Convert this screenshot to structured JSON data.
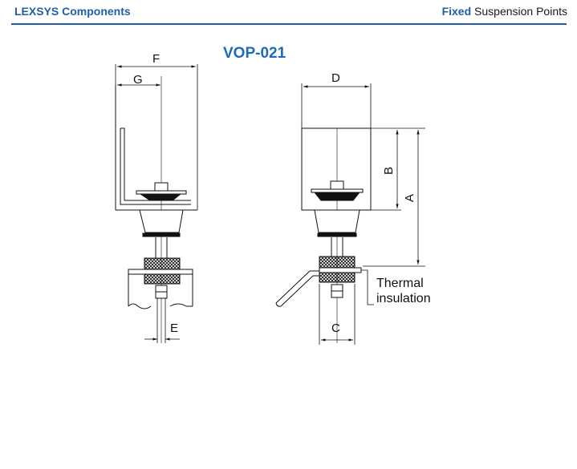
{
  "header": {
    "brand": "LEXSYS Components",
    "section_accent": "Fixed",
    "section_rest": " Suspension Points"
  },
  "model": "VOP-021",
  "dimensions": {
    "A": "A",
    "B": "B",
    "C": "C",
    "D": "D",
    "E": "E",
    "F": "F",
    "G": "G"
  },
  "callout": {
    "line1": "Thermal",
    "line2": "insulation"
  },
  "colors": {
    "accent": "#1f5fa8",
    "line": "#111111"
  }
}
